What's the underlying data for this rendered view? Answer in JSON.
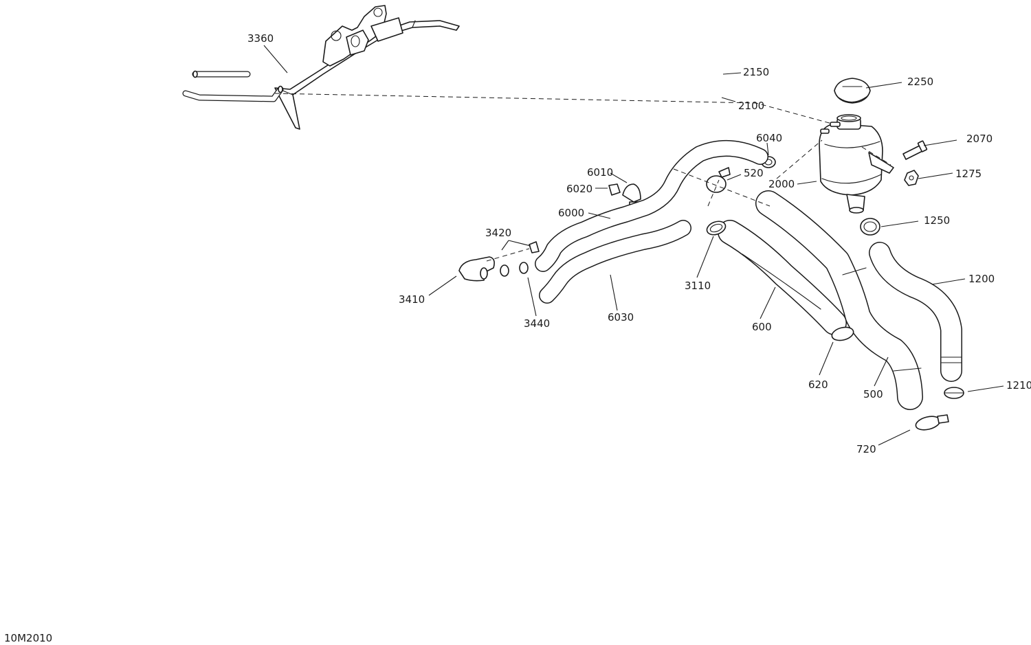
{
  "diagram_code": "10M2010",
  "parts": {
    "bracket": "3360",
    "tube_short": "2150",
    "tube_long": "2100",
    "cap": "2250",
    "screw": "2070",
    "nut": "1275",
    "tank": "2000",
    "clamp_6040": "6040",
    "clamp_520": "520",
    "clip": "6010",
    "grommet": "6020",
    "hose_upper": "6000",
    "clamps_3420": "3420",
    "fitting_elbow": "3410",
    "clamps_3440": "3440",
    "hose_lower": "6030",
    "clamp_3110": "3110",
    "hose_600": "600",
    "sleeve_620": "620",
    "hose_500": "500",
    "clamp_720": "720",
    "clamp_1250": "1250",
    "hose_1200": "1200",
    "clamp_1210": "1210"
  }
}
